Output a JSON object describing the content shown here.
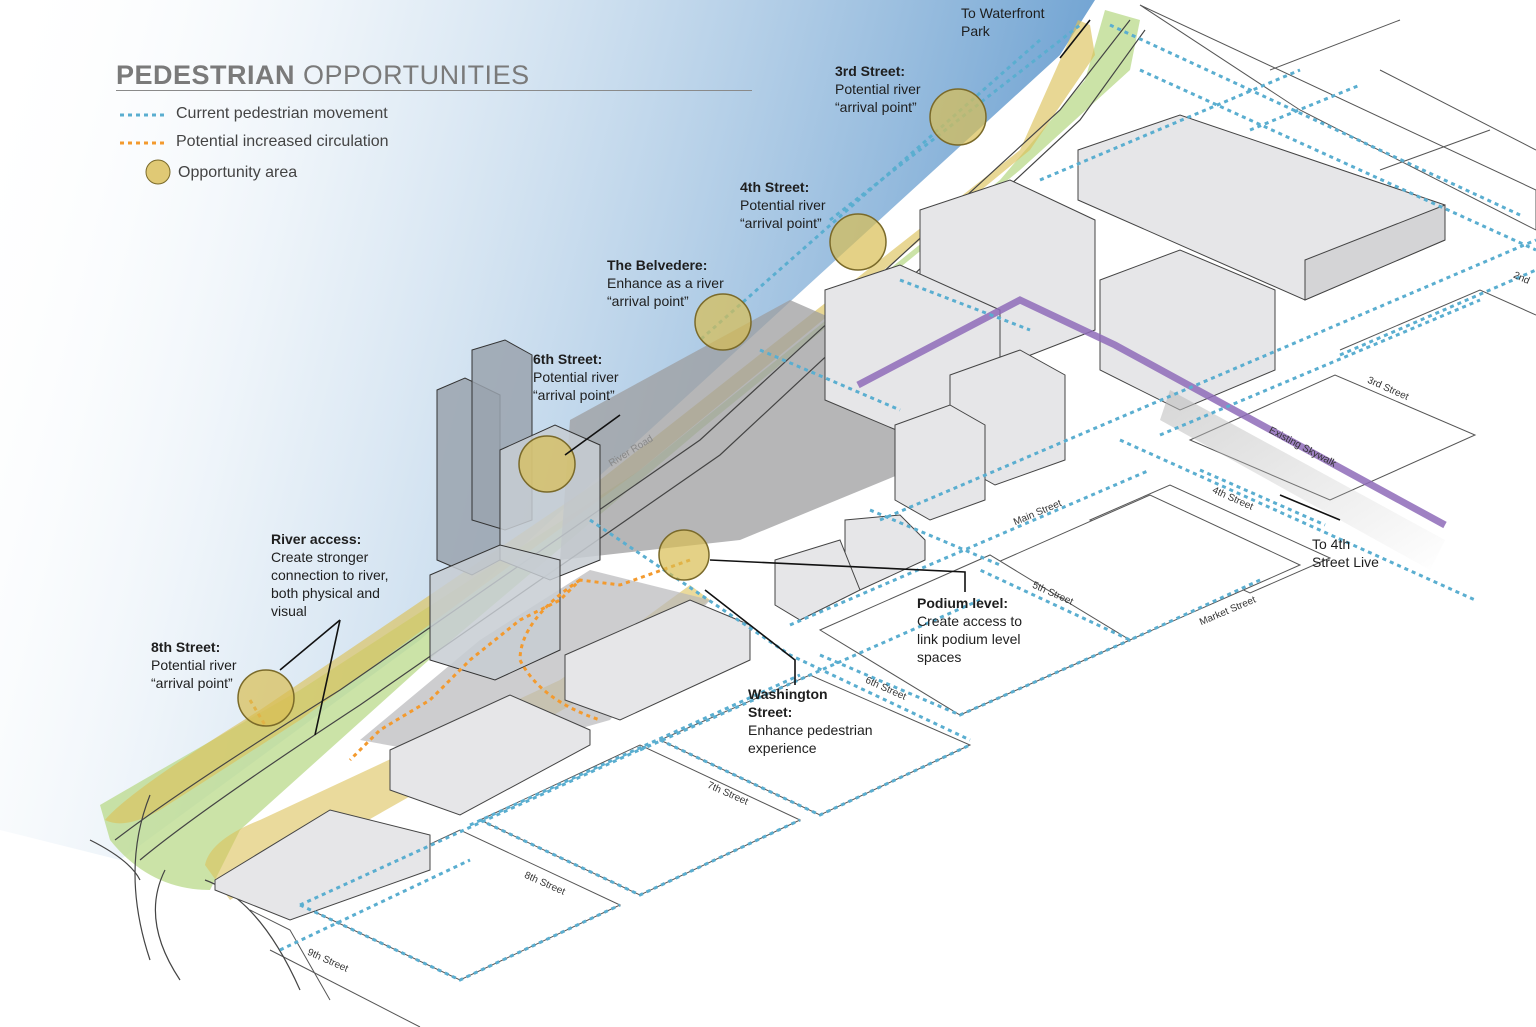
{
  "legend": {
    "title_bold": "PEDESTRIAN",
    "title_rest": "OPPORTUNITIES",
    "items": [
      {
        "label": "Current pedestrian movement",
        "color": "#5aaed0"
      },
      {
        "label": "Potential increased circulation",
        "color": "#f39a2e"
      },
      {
        "label": "Opportunity area",
        "color": "#dcc25a"
      }
    ]
  },
  "annotations": {
    "waterfront": "To Waterfront\nPark",
    "third": {
      "heading": "3rd Street:",
      "body": "Potential river\n“arrival point”"
    },
    "fourth": {
      "heading": "4th Street:",
      "body": "Potential river\n“arrival point”"
    },
    "belvedere": {
      "heading": "The Belvedere:",
      "body": "Enhance as a river\n“arrival point”"
    },
    "sixth": {
      "heading": "6th Street:",
      "body": "Potential river\n“arrival point”"
    },
    "river_access": {
      "heading": "River access:",
      "body": "Create stronger\nconnection to river,\nboth physical and\nvisual"
    },
    "eighth": {
      "heading": "8th Street:",
      "body": "Potential river\n“arrival point”"
    },
    "podium": {
      "heading": "Podium level:",
      "body": "Create access to\nlink podium level\nspaces"
    },
    "washington": {
      "heading": "Washington\nStreet:",
      "body": "Enhance pedestrian\nexperience"
    },
    "fourth_live": "To 4th\nStreet Live"
  },
  "streets": {
    "second": "2nd",
    "third": "3rd Street",
    "fourth": "4th Street",
    "fifth": "5th Street",
    "sixth": "6th Street",
    "seventh": "7th Street",
    "eighth": "8th Street",
    "ninth": "9th Street",
    "main": "Main Street",
    "market": "Market Street",
    "skywalk": "Existing Skywalk",
    "river_road": "River Road"
  },
  "colors": {
    "river": "#6a9fd0",
    "green_corridor": "#b9d98a",
    "opportunity_fill": "#d9bd52",
    "current_path": "#5aaed0",
    "potential_path": "#f39a2e",
    "skywalk": "#8e6bb8",
    "building": "#e6e6e8",
    "podium_shadow": "#9d9d9f"
  },
  "opportunity_areas": [
    {
      "name": "3rd Street"
    },
    {
      "name": "4th Street"
    },
    {
      "name": "The Belvedere"
    },
    {
      "name": "6th Street"
    },
    {
      "name": "Podium level"
    },
    {
      "name": "8th Street"
    }
  ]
}
